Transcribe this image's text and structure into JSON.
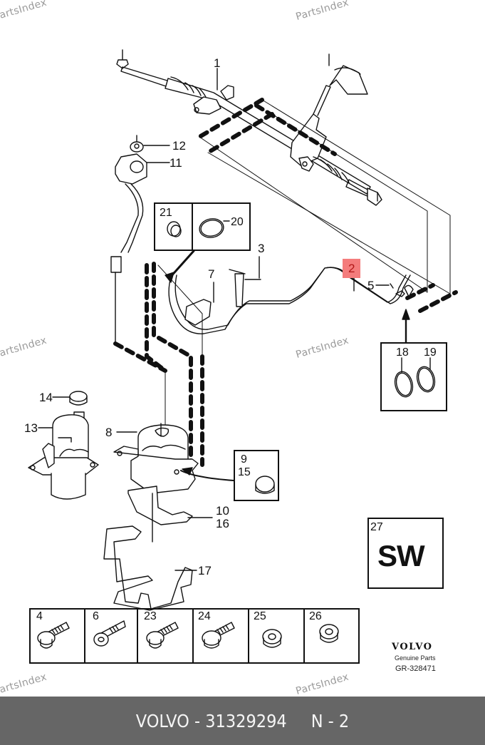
{
  "diagram": {
    "title_footer": {
      "brand": "VOLVO",
      "part_number": "31329294",
      "separator": " - ",
      "position_label": "N - 2"
    },
    "callouts": [
      {
        "id": "1",
        "label": "1"
      },
      {
        "id": "2",
        "label": "2",
        "highlighted": true,
        "highlight_color": "#f47c7c"
      },
      {
        "id": "3",
        "label": "3"
      },
      {
        "id": "5",
        "label": "5"
      },
      {
        "id": "7",
        "label": "7"
      },
      {
        "id": "8",
        "label": "8"
      },
      {
        "id": "10",
        "label": "10"
      },
      {
        "id": "11",
        "label": "11"
      },
      {
        "id": "12",
        "label": "12"
      },
      {
        "id": "13",
        "label": "13"
      },
      {
        "id": "14",
        "label": "14"
      },
      {
        "id": "16",
        "label": "16"
      },
      {
        "id": "17",
        "label": "17"
      }
    ],
    "detail_boxes": {
      "box_21_20": {
        "labels": [
          "21",
          "20"
        ]
      },
      "box_18_19": {
        "labels": [
          "18",
          "19"
        ]
      },
      "box_9_15": {
        "labels": [
          "9",
          "15"
        ]
      },
      "box_27": {
        "label": "27",
        "text": "SW"
      }
    },
    "fasteners": [
      {
        "label": "4",
        "type": "flange-hex-bolt"
      },
      {
        "label": "6",
        "type": "socket-head-bolt"
      },
      {
        "label": "23",
        "type": "flange-hex-bolt"
      },
      {
        "label": "24",
        "type": "flange-hex-bolt"
      },
      {
        "label": "25",
        "type": "flange-nut"
      },
      {
        "label": "26",
        "type": "flange-nut"
      }
    ],
    "branding": {
      "logo": "VOLVO",
      "subtitle": "Genuine Parts",
      "reference": "GR-328471"
    },
    "watermark": "PartsIndex",
    "components": [
      "steering-rack",
      "steering-column-joint",
      "pressure-hose-assembly",
      "reservoir-fill-tube",
      "power-steering-pump-with-reservoir",
      "electro-hydraulic-pump",
      "pump-bracket",
      "mounting-frame"
    ]
  }
}
